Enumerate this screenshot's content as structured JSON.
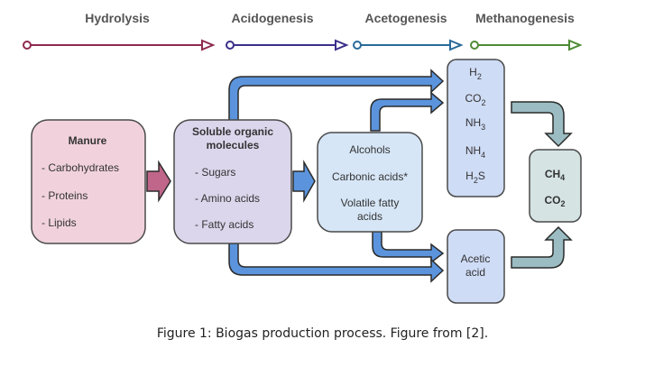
{
  "stages": [
    {
      "label": "Hydrolysis",
      "color": "#8e2a4f"
    },
    {
      "label": "Acidogenesis",
      "color": "#3a2f8a"
    },
    {
      "label": "Acetogenesis",
      "color": "#2a6a9a"
    },
    {
      "label": "Methanogenesis",
      "color": "#4e8a35"
    }
  ],
  "boxes": {
    "manure": {
      "title": "Manure",
      "items": [
        "- Carbohydrates",
        "- Proteins",
        "- Lipids"
      ],
      "fill": "#f1d2dc"
    },
    "soluble": {
      "title_line1": "Soluble organic",
      "title_line2": "molecules",
      "items": [
        "- Sugars",
        "- Amino acids",
        "- Fatty acids"
      ],
      "fill": "#dcd6ec"
    },
    "intermediates": {
      "items": [
        "Alcohols",
        "Carbonic acids*",
        "Volatile fatty",
        "acids"
      ],
      "fill": "#d6e6f7"
    },
    "gases": {
      "items": [
        {
          "base": "H",
          "sub": "2",
          "tail": ""
        },
        {
          "base": "CO",
          "sub": "2",
          "tail": ""
        },
        {
          "base": "NH",
          "sub": "3",
          "tail": ""
        },
        {
          "base": "NH",
          "sub": "4",
          "tail": ""
        },
        {
          "base": "H",
          "sub": "2",
          "tail": "S"
        }
      ],
      "fill": "#cfdcf6"
    },
    "acetic": {
      "items": [
        "Acetic",
        "acid"
      ],
      "fill": "#cfdcf6"
    },
    "biogas": {
      "items": [
        {
          "base": "CH",
          "sub": "4"
        },
        {
          "base": "CO",
          "sub": "2"
        }
      ],
      "fill": "#d5e3e3"
    }
  },
  "colors": {
    "pink_arrow": "#c0668a",
    "blue_arrow": "#5b94dc",
    "teal_arrow": "#9bbcc2"
  },
  "caption": "Figure 1: Biogas production process. Figure from [2]."
}
